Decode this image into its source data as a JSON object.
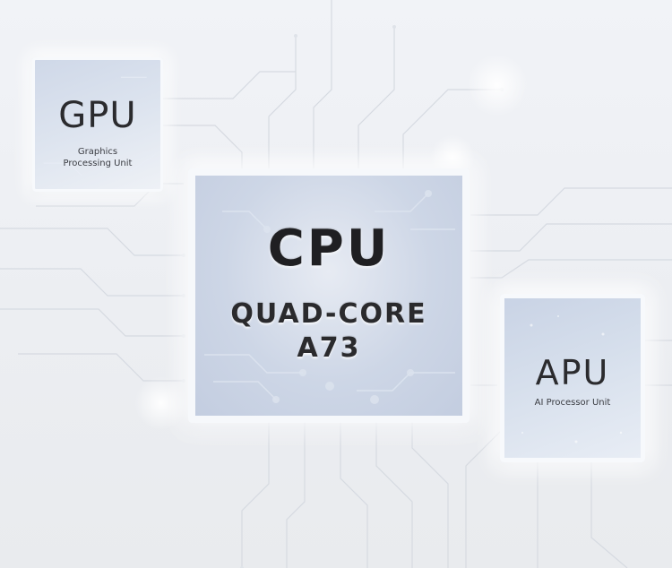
{
  "chips": {
    "gpu": {
      "title": "GPU",
      "subtitle_line1": "Graphics",
      "subtitle_line2": "Processing Unit"
    },
    "cpu": {
      "title": "CPU",
      "line1": "QUAD-CORE",
      "line2": "A73"
    },
    "apu": {
      "title": "APU",
      "subtitle": "AI Processor Unit"
    }
  },
  "colors": {
    "background": "#eef0f4",
    "chip_fill": "#cdd6e6",
    "chip_border": "#f6f8fb",
    "text": "#2b2b2e",
    "circuit_line": "#d7dbe2"
  }
}
